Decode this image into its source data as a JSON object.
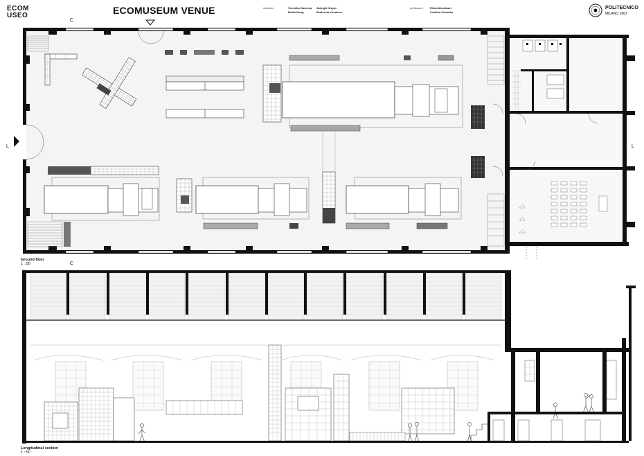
{
  "header": {
    "logo_text": "ECOM USEO",
    "logo_subtext": "",
    "title": "ECOMUSEUM VENUE",
    "students_label": "students",
    "students_col1": [
      "Veronika Gaseeva",
      "Ruilin Dong"
    ],
    "students_col2": [
      "Jabrayil Orujov",
      "Ekaterina Kovaleva"
    ],
    "professors_label": "professors",
    "professors": [
      "Elena Montanari",
      "Cristina Colombo"
    ],
    "institution_name": "POLITECNICO",
    "institution_sub": "MILANO 1863"
  },
  "plan": {
    "caption": "Ground floor",
    "scale": "1 : 50",
    "section_marker_label": "C",
    "cut_marker_label": "L"
  },
  "section": {
    "caption": "Longitudinal section",
    "scale": "1 : 50",
    "section_marker_label": "C"
  },
  "colors": {
    "wall": "#111111",
    "floor_fill": "#f4f4f4",
    "line": "#555555",
    "grid": "#777777"
  }
}
